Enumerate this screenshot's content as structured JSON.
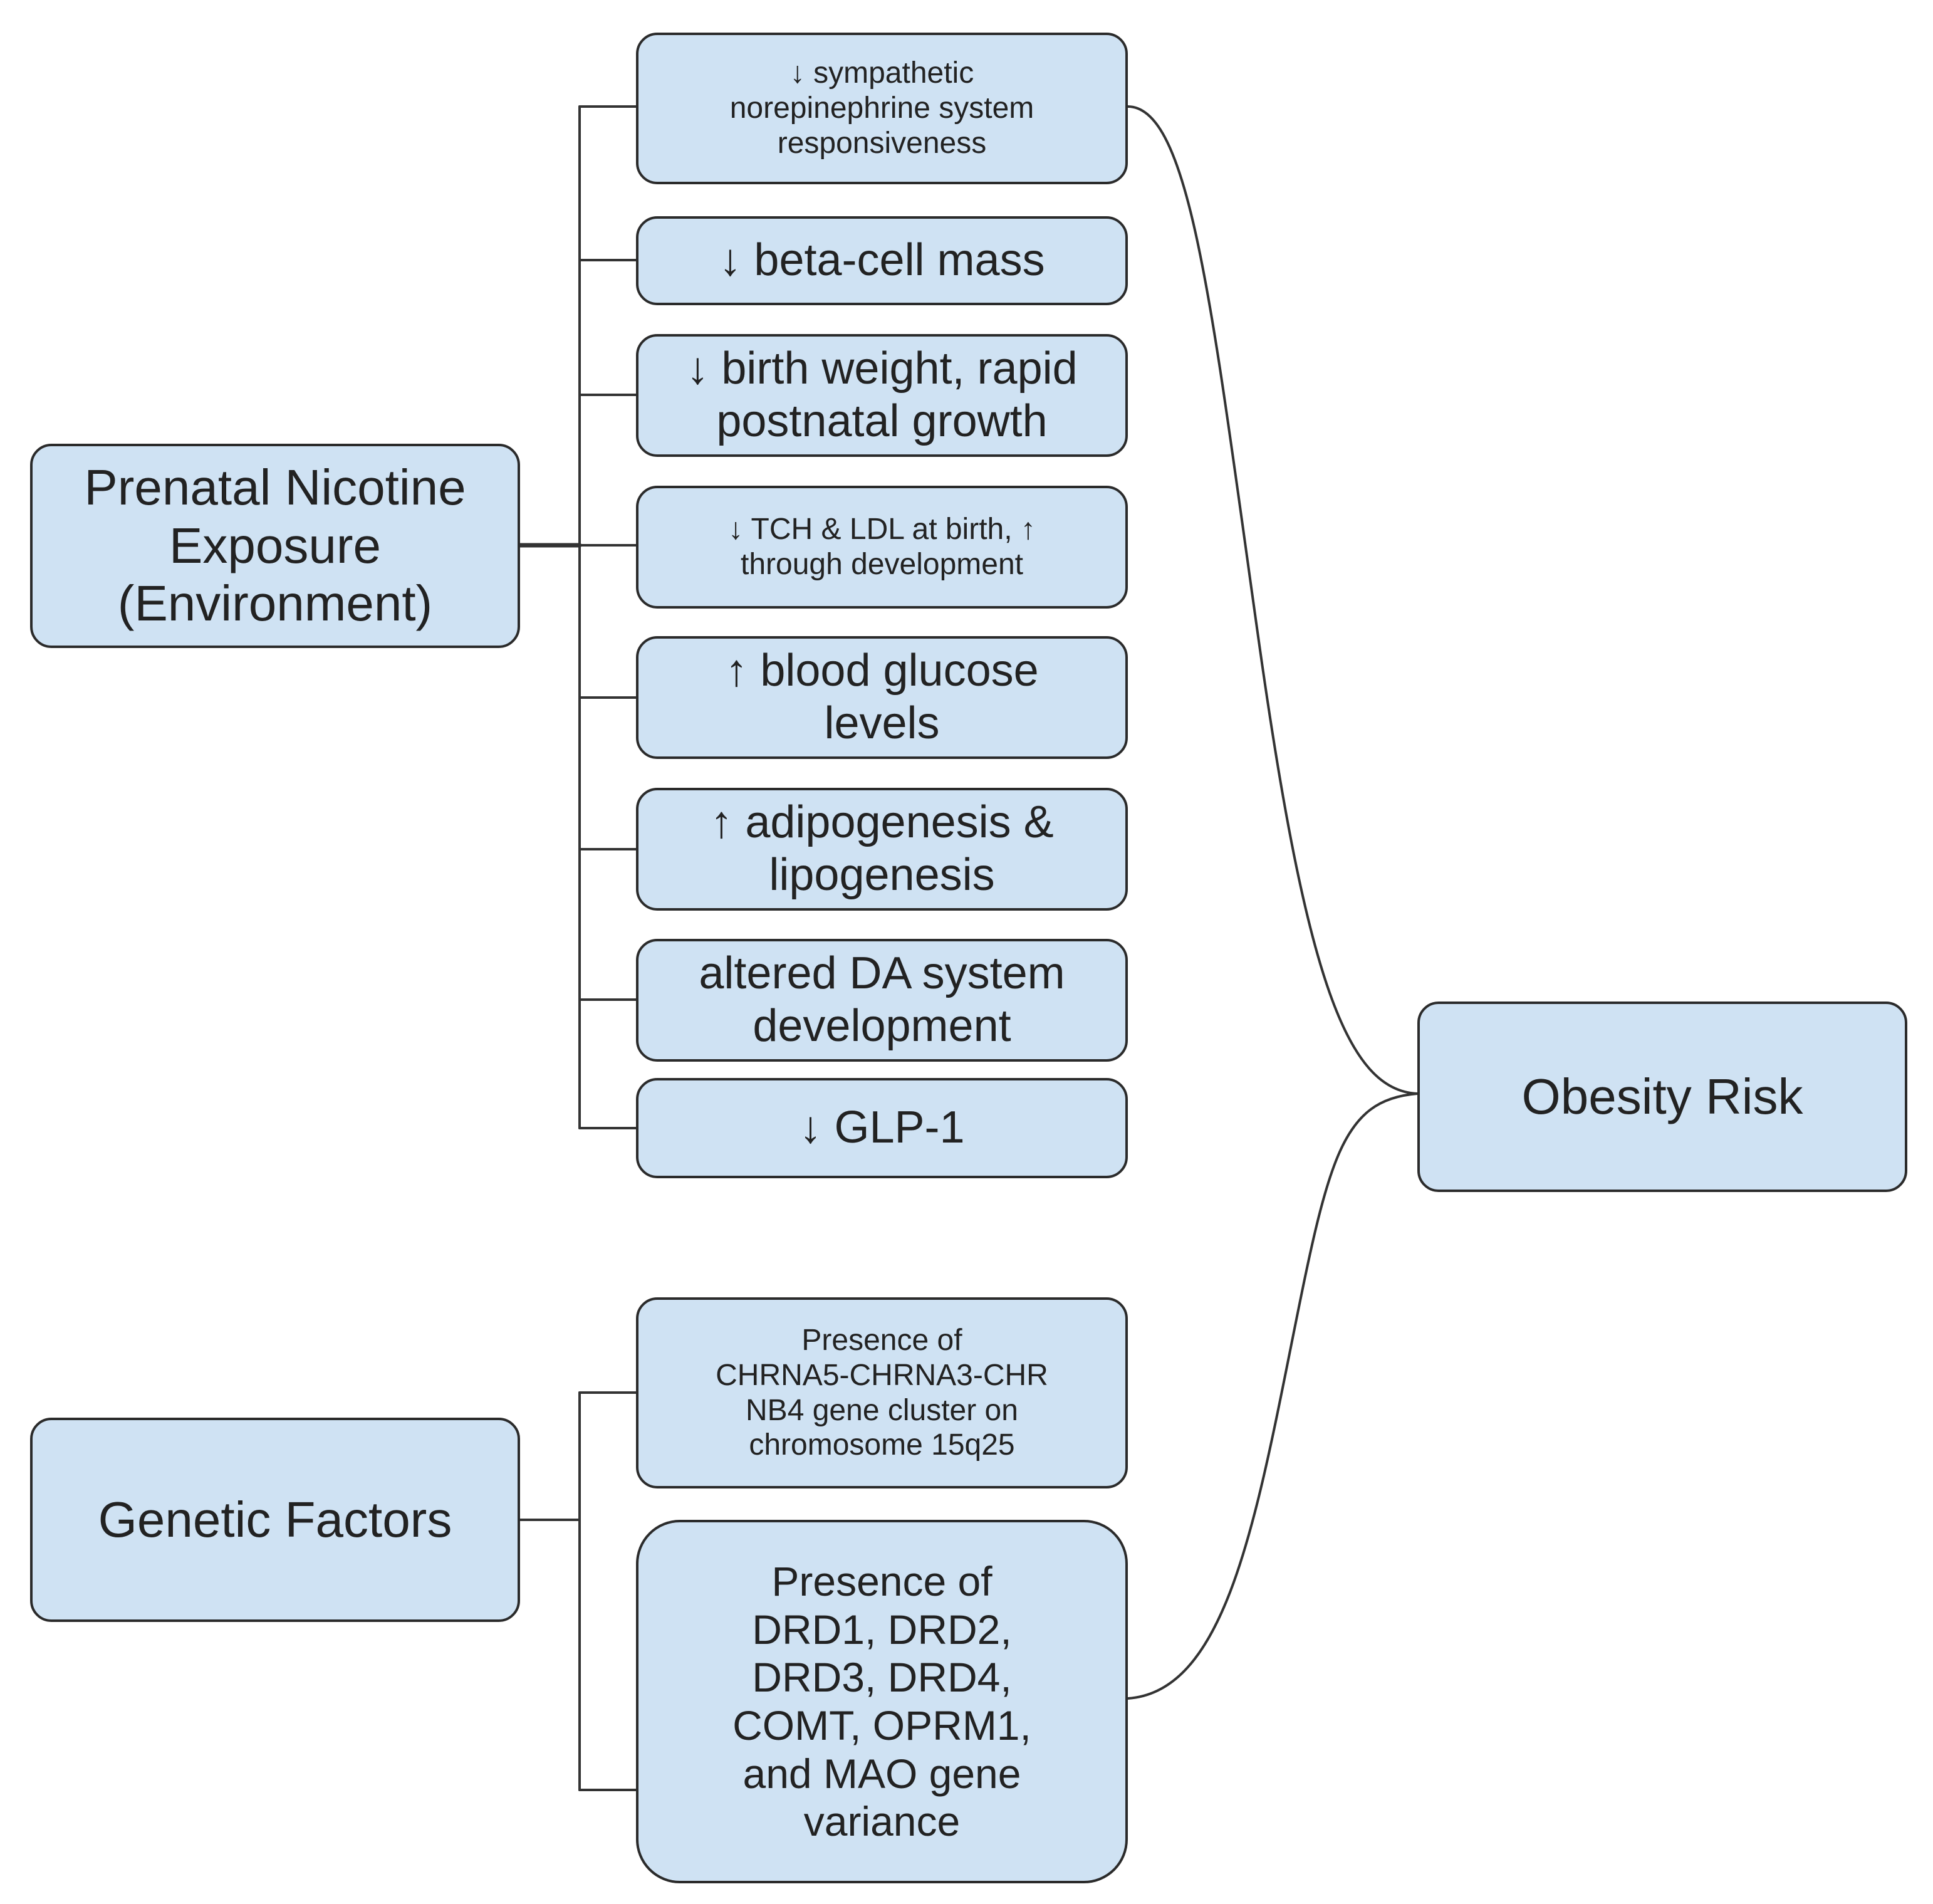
{
  "diagram": {
    "colors": {
      "node_fill": "#cfe2f3",
      "node_border": "#2b2b2b",
      "connector": "#333333"
    },
    "sources": {
      "environment": {
        "label": "Prenatal Nicotine\nExposure\n(Environment)"
      },
      "genetic": {
        "label": "Genetic Factors"
      }
    },
    "target": {
      "label": "Obesity Risk"
    },
    "environmental_effects": [
      {
        "label": "↓ sympathetic\nnorepinephrine system\nresponsiveness"
      },
      {
        "label": "↓ beta-cell mass"
      },
      {
        "label": "↓ birth weight, rapid\npostnatal growth"
      },
      {
        "label": "↓ TCH & LDL at birth, ↑\nthrough development"
      },
      {
        "label": "↑ blood glucose\nlevels"
      },
      {
        "label": "↑ adipogenesis &\nlipogenesis"
      },
      {
        "label": "altered DA system\ndevelopment"
      },
      {
        "label": "↓ GLP-1"
      }
    ],
    "genetic_effects": [
      {
        "label": "Presence of\nCHRNA5-CHRNA3-CHR\nNB4 gene cluster on\nchromosome 15q25"
      },
      {
        "label": "Presence of\nDRD1, DRD2,\nDRD3, DRD4,\nCOMT, OPRM1,\nand MAO gene\nvariance"
      }
    ]
  }
}
